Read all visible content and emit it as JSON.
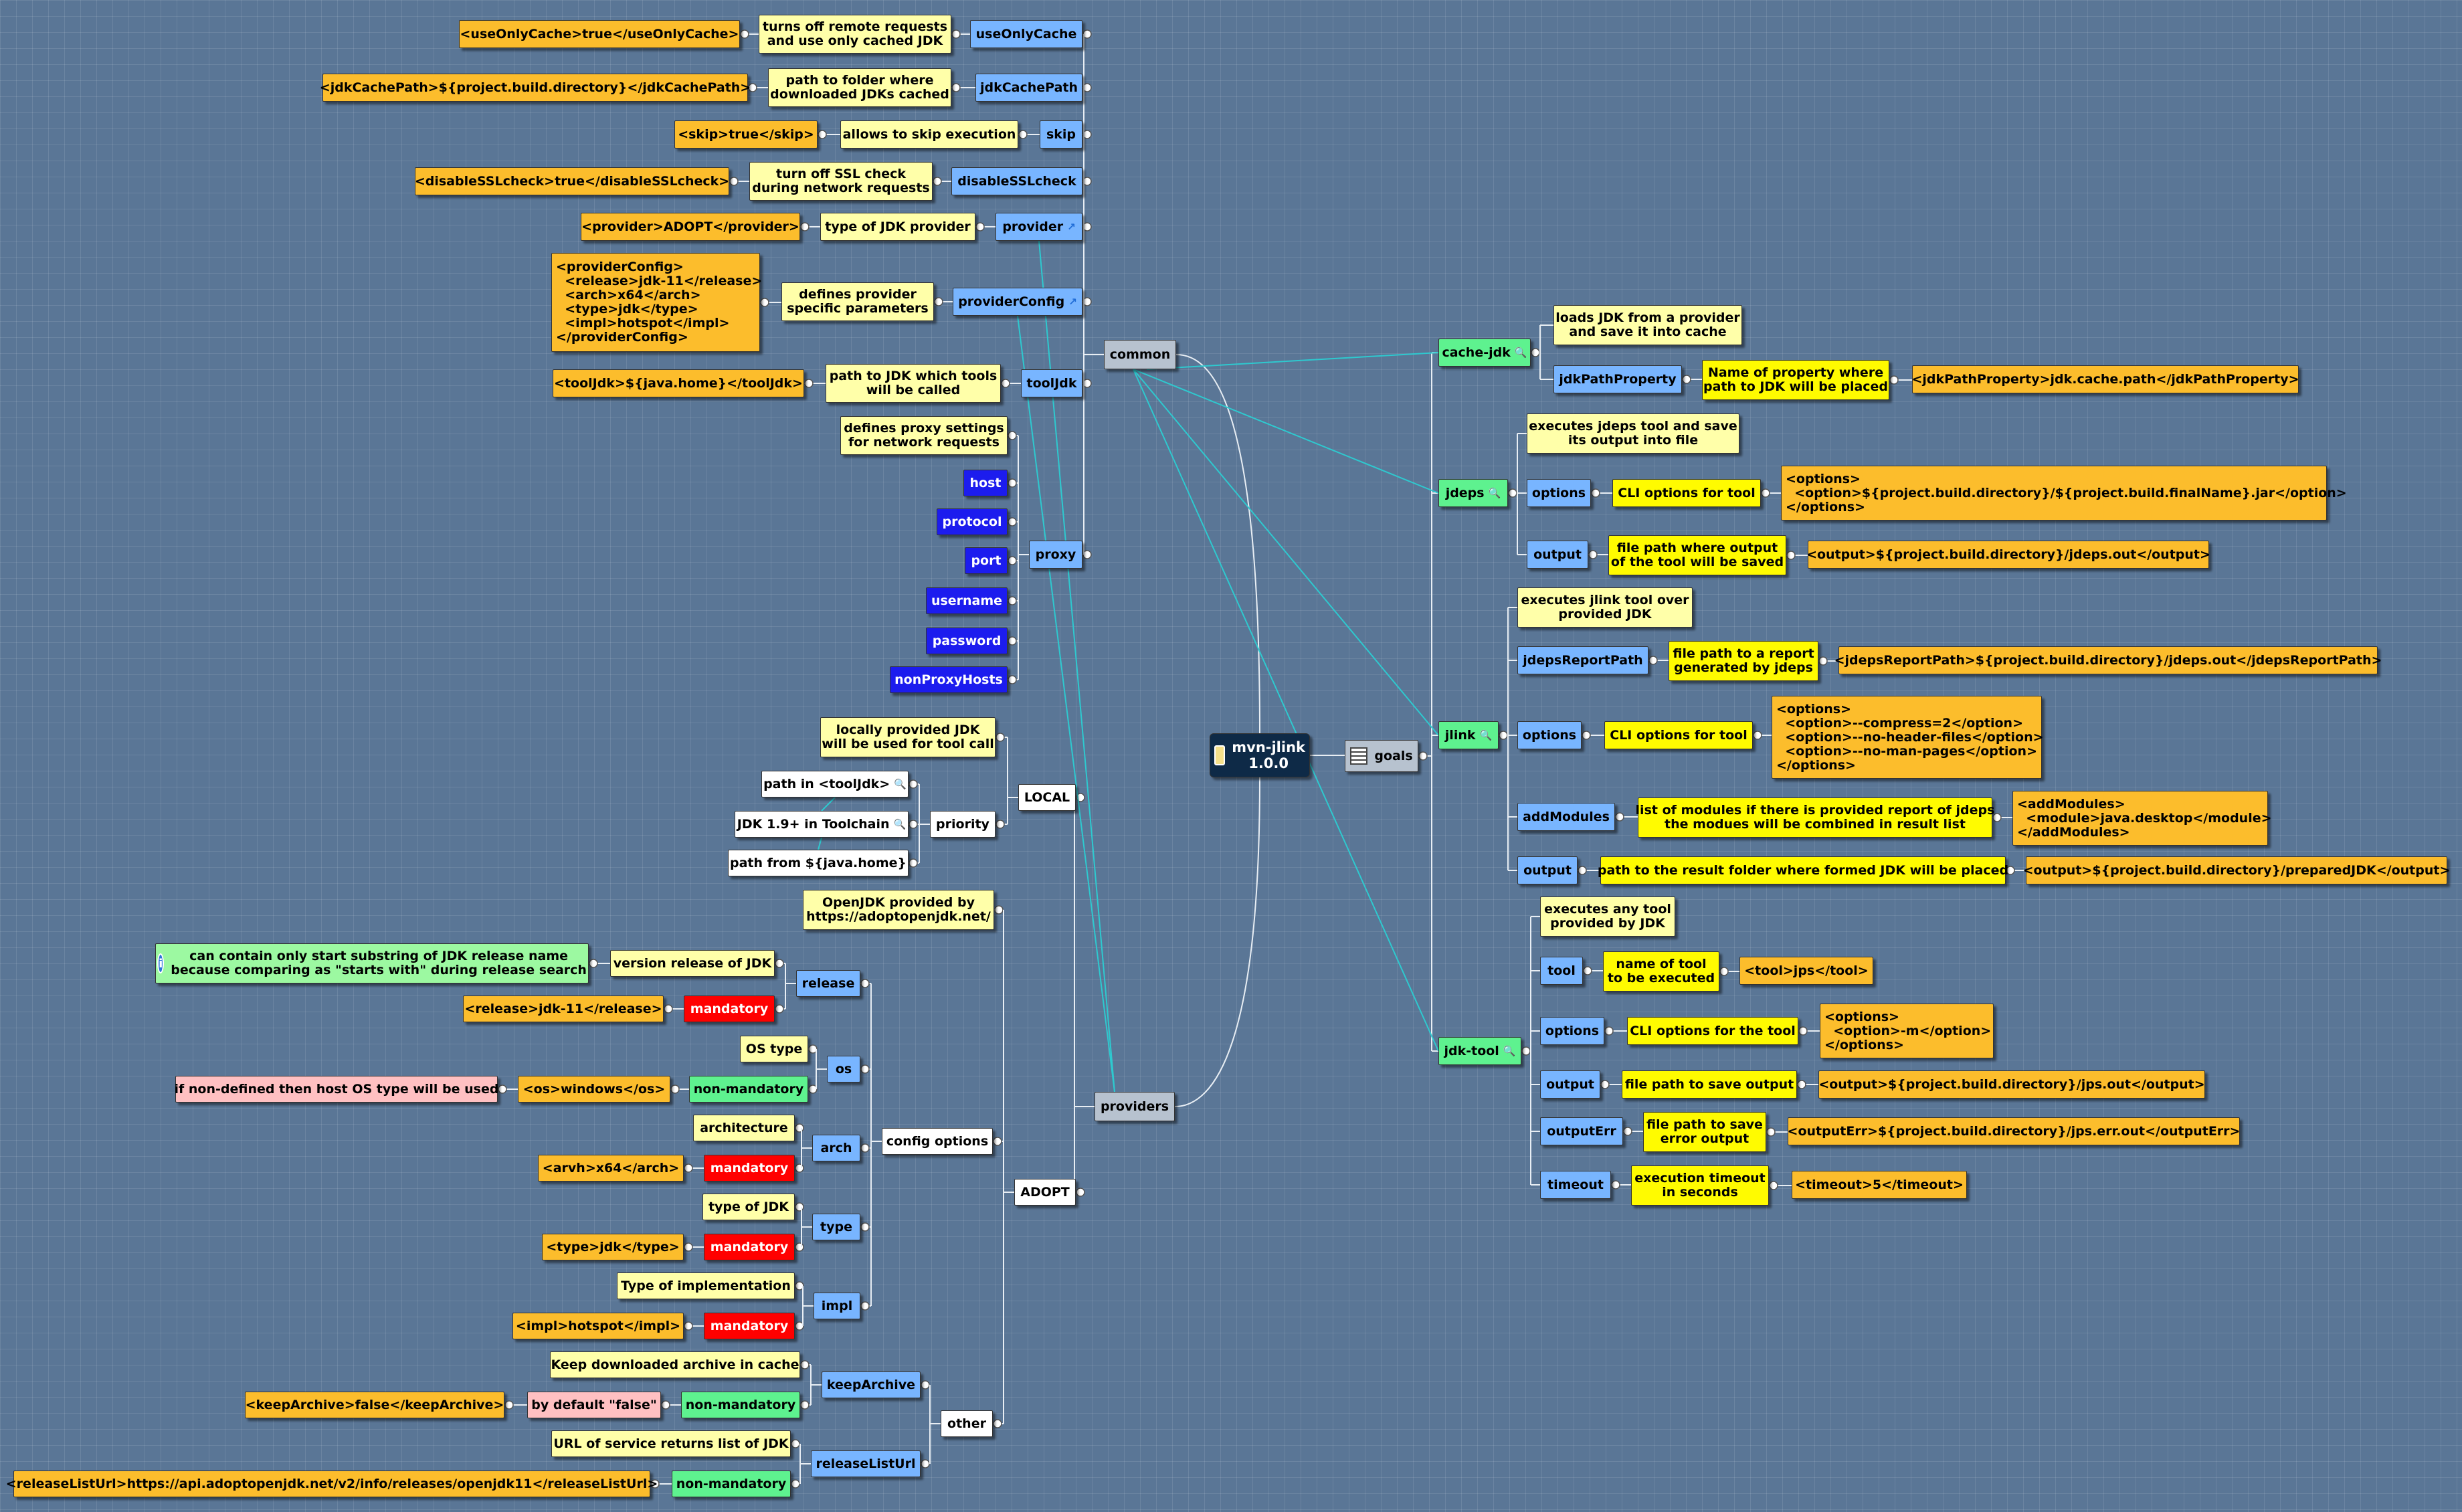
{
  "colors": {
    "background": "#5a7696",
    "root": "#0e2a47",
    "category": "#b7c2cf",
    "config": "#78b5ff",
    "note": "#ffffa9",
    "example": "#fcbd2c",
    "goal": "#5ef28f",
    "proxy": "#1c1cee",
    "mandatory": "#ff0000",
    "hint": "#ffc0c2",
    "highlight": "#fffb00",
    "link": "#2ec9cf"
  },
  "icons": {
    "goal_icon": "magnifier-icon",
    "note_icon": "info-icon",
    "root_icon": "document-icon"
  },
  "nodes": {
    "root": "mvn-jlink\n1.0.0",
    "goals": "goals",
    "common": "common",
    "providers": "providers",
    "useOnlyCache": "useOnlyCache",
    "useOnlyCache_desc": "turns off remote requests\nand use only cached JDK",
    "useOnlyCache_ex": "<useOnlyCache>true</useOnlyCache>",
    "jdkCachePath": "jdkCachePath",
    "jdkCachePath_desc": "path to folder where\ndownloaded JDKs cached",
    "jdkCachePath_ex": "<jdkCachePath>${project.build.directory}</jdkCachePath>",
    "skip": "skip",
    "skip_desc": "allows to skip execution",
    "skip_ex": "<skip>true</skip>",
    "disableSSLcheck": "disableSSLcheck",
    "disableSSLcheck_desc": "turn off SSL check\nduring network requests",
    "disableSSLcheck_ex": "<disableSSLcheck>true</disableSSLcheck>",
    "provider": "provider",
    "provider_desc": "type of JDK provider",
    "provider_ex": "<provider>ADOPT</provider>",
    "providerConfig": "providerConfig",
    "providerConfig_desc": "defines provider\nspecific parameters",
    "providerConfig_ex": "<providerConfig>\n  <release>jdk-11</release>\n  <arch>x64</arch>\n  <type>jdk</type>\n  <impl>hotspot</impl>\n</providerConfig>",
    "toolJdk": "toolJdk",
    "toolJdk_desc": "path to JDK which tools\nwill be called",
    "toolJdk_ex": "<toolJdk>${java.home}</toolJdk>",
    "proxy": "proxy",
    "proxy_desc": "defines proxy settings\nfor network requests",
    "proxy_host": "host",
    "proxy_protocol": "protocol",
    "proxy_port": "port",
    "proxy_username": "username",
    "proxy_password": "password",
    "proxy_nonProxyHosts": "nonProxyHosts",
    "local": "LOCAL",
    "local_desc": "locally provided JDK\nwill be used for tool call",
    "priority": "priority",
    "priority_1": "path in <toolJdk>",
    "priority_2": "JDK 1.9+ in Toolchain",
    "priority_3": "path from ${java.home}",
    "adopt": "ADOPT",
    "adopt_desc": "OpenJDK provided by\nhttps://adoptopenjdk.net/",
    "config_options": "config options",
    "release": "release",
    "release_desc": "version release of JDK",
    "release_info": "can contain only start substring of JDK release name\nbecause comparing as \"starts with\" during release search",
    "release_mand": "mandatory",
    "release_ex": "<release>jdk-11</release>",
    "os": "os",
    "os_desc": "OS type",
    "os_nonmand": "non-mandatory",
    "os_ex": "<os>windows</os>",
    "os_hint": "if non-defined then host OS type will be used",
    "arch": "arch",
    "arch_desc": "architecture",
    "arch_mand": "mandatory",
    "arch_ex": "<arvh>x64</arch>",
    "type": "type",
    "type_desc": "type of JDK",
    "type_mand": "mandatory",
    "type_ex": "<type>jdk</type>",
    "impl": "impl",
    "impl_desc": "Type of implementation",
    "impl_mand": "mandatory",
    "impl_ex": "<impl>hotspot</impl>",
    "other": "other",
    "keepArchive": "keepArchive",
    "keepArchive_desc": "Keep downloaded archive in cache",
    "keepArchive_nonmand": "non-mandatory",
    "keepArchive_hint": "by default \"false\"",
    "keepArchive_ex": "<keepArchive>false</keepArchive>",
    "releaseListUrl": "releaseListUrl",
    "releaseListUrl_desc": "URL of service returns list of JDK",
    "releaseListUrl_nonmand": "non-mandatory",
    "releaseListUrl_ex": "<releaseListUrl>https://api.adoptopenjdk.net/v2/info/releases/openjdk11</releaseListUrl>",
    "cache_jdk": "cache-jdk",
    "cache_jdk_desc": "loads JDK from a provider\nand save it into cache",
    "jdkPathProperty": "jdkPathProperty",
    "jdkPathProperty_desc": "Name of property where\npath to JDK will be placed",
    "jdkPathProperty_ex": "<jdkPathProperty>jdk.cache.path</jdkPathProperty>",
    "jdeps": "jdeps",
    "jdeps_desc": "executes jdeps tool and save\nits output into file",
    "jdeps_options": "options",
    "jdeps_options_desc": "CLI options for tool",
    "jdeps_options_ex": "<options>\n  <option>${project.build.directory}/${project.build.finalName}.jar</option>\n</options>",
    "jdeps_output": "output",
    "jdeps_output_desc": "file path where output\nof the tool will be saved",
    "jdeps_output_ex": "<output>${project.build.directory}/jdeps.out</output>",
    "jlink": "jlink",
    "jlink_desc": "executes jlink tool over\nprovided JDK",
    "jdepsReportPath": "jdepsReportPath",
    "jdepsReportPath_desc": "file path to a report\ngenerated by jdeps",
    "jdepsReportPath_ex": "<jdepsReportPath>${project.build.directory}/jdeps.out</jdepsReportPath>",
    "jlink_options": "options",
    "jlink_options_desc": "CLI options for tool",
    "jlink_options_ex": "<options>\n  <option>--compress=2</option>\n  <option>--no-header-files</option>\n  <option>--no-man-pages</option>\n</options>",
    "addModules": "addModules",
    "addModules_desc": "list of modules if there is provided report of jdeps\nthe modues will be combined in result list",
    "addModules_ex": "<addModules>\n  <module>java.desktop</module>\n</addModules>",
    "jlink_output": "output",
    "jlink_output_desc": "path to the result folder where formed JDK will be placed",
    "jlink_output_ex": "<output>${project.build.directory}/preparedJDK</output>",
    "jdk_tool": "jdk-tool",
    "jdk_tool_desc": "executes any tool\nprovided by JDK",
    "tool": "tool",
    "tool_desc": "name of tool\nto be executed",
    "tool_ex": "<tool>jps</tool>",
    "tool_options": "options",
    "tool_options_desc": "CLI options for the tool",
    "tool_options_ex": "<options>\n  <option>-m</option>\n</options>",
    "tool_output": "output",
    "tool_output_desc": "file path to save output",
    "tool_output_ex": "<output>${project.build.directory}/jps.out</output>",
    "outputErr": "outputErr",
    "outputErr_desc": "file path to save\nerror output",
    "outputErr_ex": "<outputErr>${project.build.directory}/jps.err.out</outputErr>",
    "timeout": "timeout",
    "timeout_desc": "execution timeout\nin seconds",
    "timeout_ex": "<timeout>5</timeout>"
  }
}
